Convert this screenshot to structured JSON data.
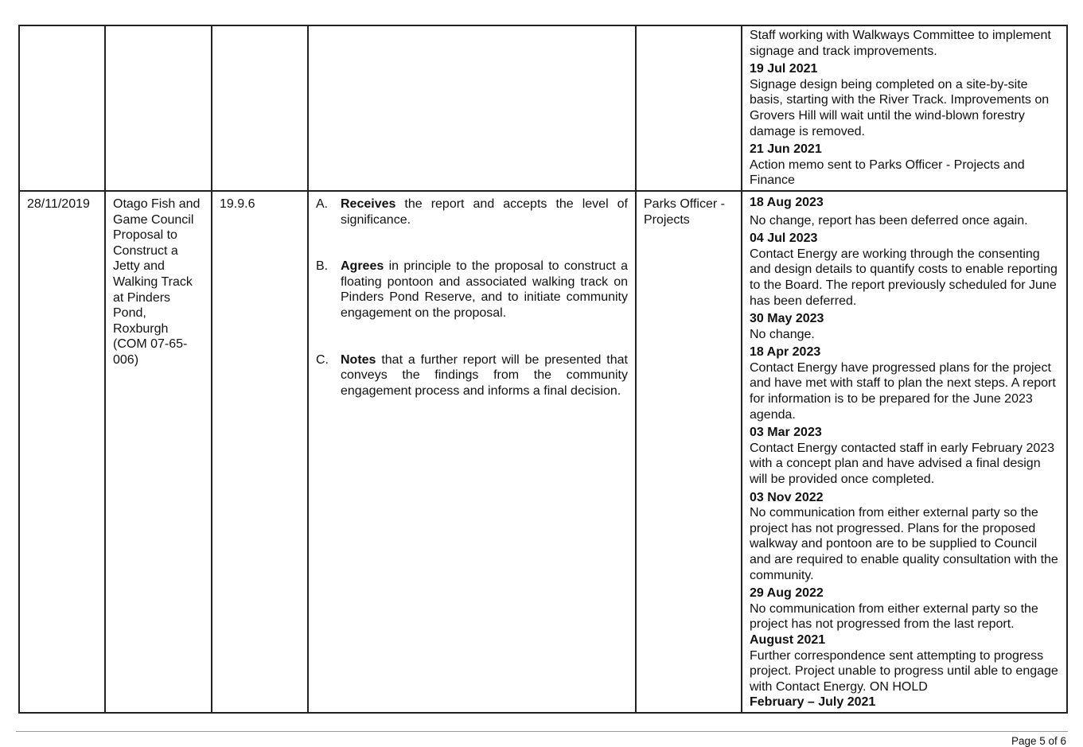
{
  "rows": [
    {
      "date": "",
      "item": "",
      "ref": "",
      "responsible": "",
      "top_note": "Staff working with Walkways Committee to implement signage and track improvements.",
      "updates": [
        {
          "date": "19 Jul 2021",
          "text": "Signage design being completed on a site-by-site basis, starting with the River Track.  Improvements on Grovers Hill will wait until the wind-blown forestry damage is removed."
        },
        {
          "date": "21 Jun 2021",
          "text": "Action memo sent to Parks Officer - Projects and Finance"
        }
      ]
    },
    {
      "date": "28/11/2019",
      "item": "Otago Fish and Game Council Proposal to Construct a Jetty and Walking Track at Pinders Pond, Roxburgh (COM 07-65-006)",
      "ref": "19.9.6",
      "resolution": [
        {
          "letter": "A.",
          "bold": "Receives",
          "text": " the report and accepts the level of significance."
        },
        {
          "letter": "B.",
          "bold": "Agrees",
          "text": " in principle to the proposal to construct a floating pontoon and associated walking track on Pinders Pond Reserve, and to initiate community engagement on the proposal."
        },
        {
          "letter": "C.",
          "bold": "Notes",
          "text": " that a further report will be presented that conveys the findings from the community engagement process and informs a final decision."
        }
      ],
      "responsible": "Parks Officer - Projects",
      "updates": [
        {
          "date": "18 Aug 2023",
          "text": "No change, report has been deferred once again."
        },
        {
          "date": "04 Jul 2023",
          "text": "Contact Energy are working through the consenting and design details to quantify costs to enable reporting to the Board. The report previously scheduled for June has been deferred."
        },
        {
          "date": "30 May 2023",
          "text": "No change."
        },
        {
          "date": "18 Apr 2023",
          "text": "Contact Energy have progressed plans for the project and have met with staff to plan the next steps.  A report for information is to be prepared for the June 2023 agenda."
        },
        {
          "date": "03 Mar 2023",
          "text": "Contact Energy contacted staff in early February 2023 with a concept plan and have advised a final design will be provided once completed."
        },
        {
          "date": "03 Nov 2022",
          "text": "No communication from either external party so the project has not progressed.  Plans for the proposed walkway and pontoon are to be supplied to Council and are required to enable quality consultation with the community."
        },
        {
          "date": "29 Aug 2022",
          "text": "No communication from either external party so the project has not progressed from the last report."
        },
        {
          "date": "August 2021",
          "text": "Further correspondence sent attempting to progress project. Project unable to progress until able to engage with Contact Energy. ON HOLD"
        },
        {
          "date": "February – July 2021",
          "text": ""
        }
      ]
    }
  ],
  "footer": {
    "page": "Page 5 of 6"
  }
}
